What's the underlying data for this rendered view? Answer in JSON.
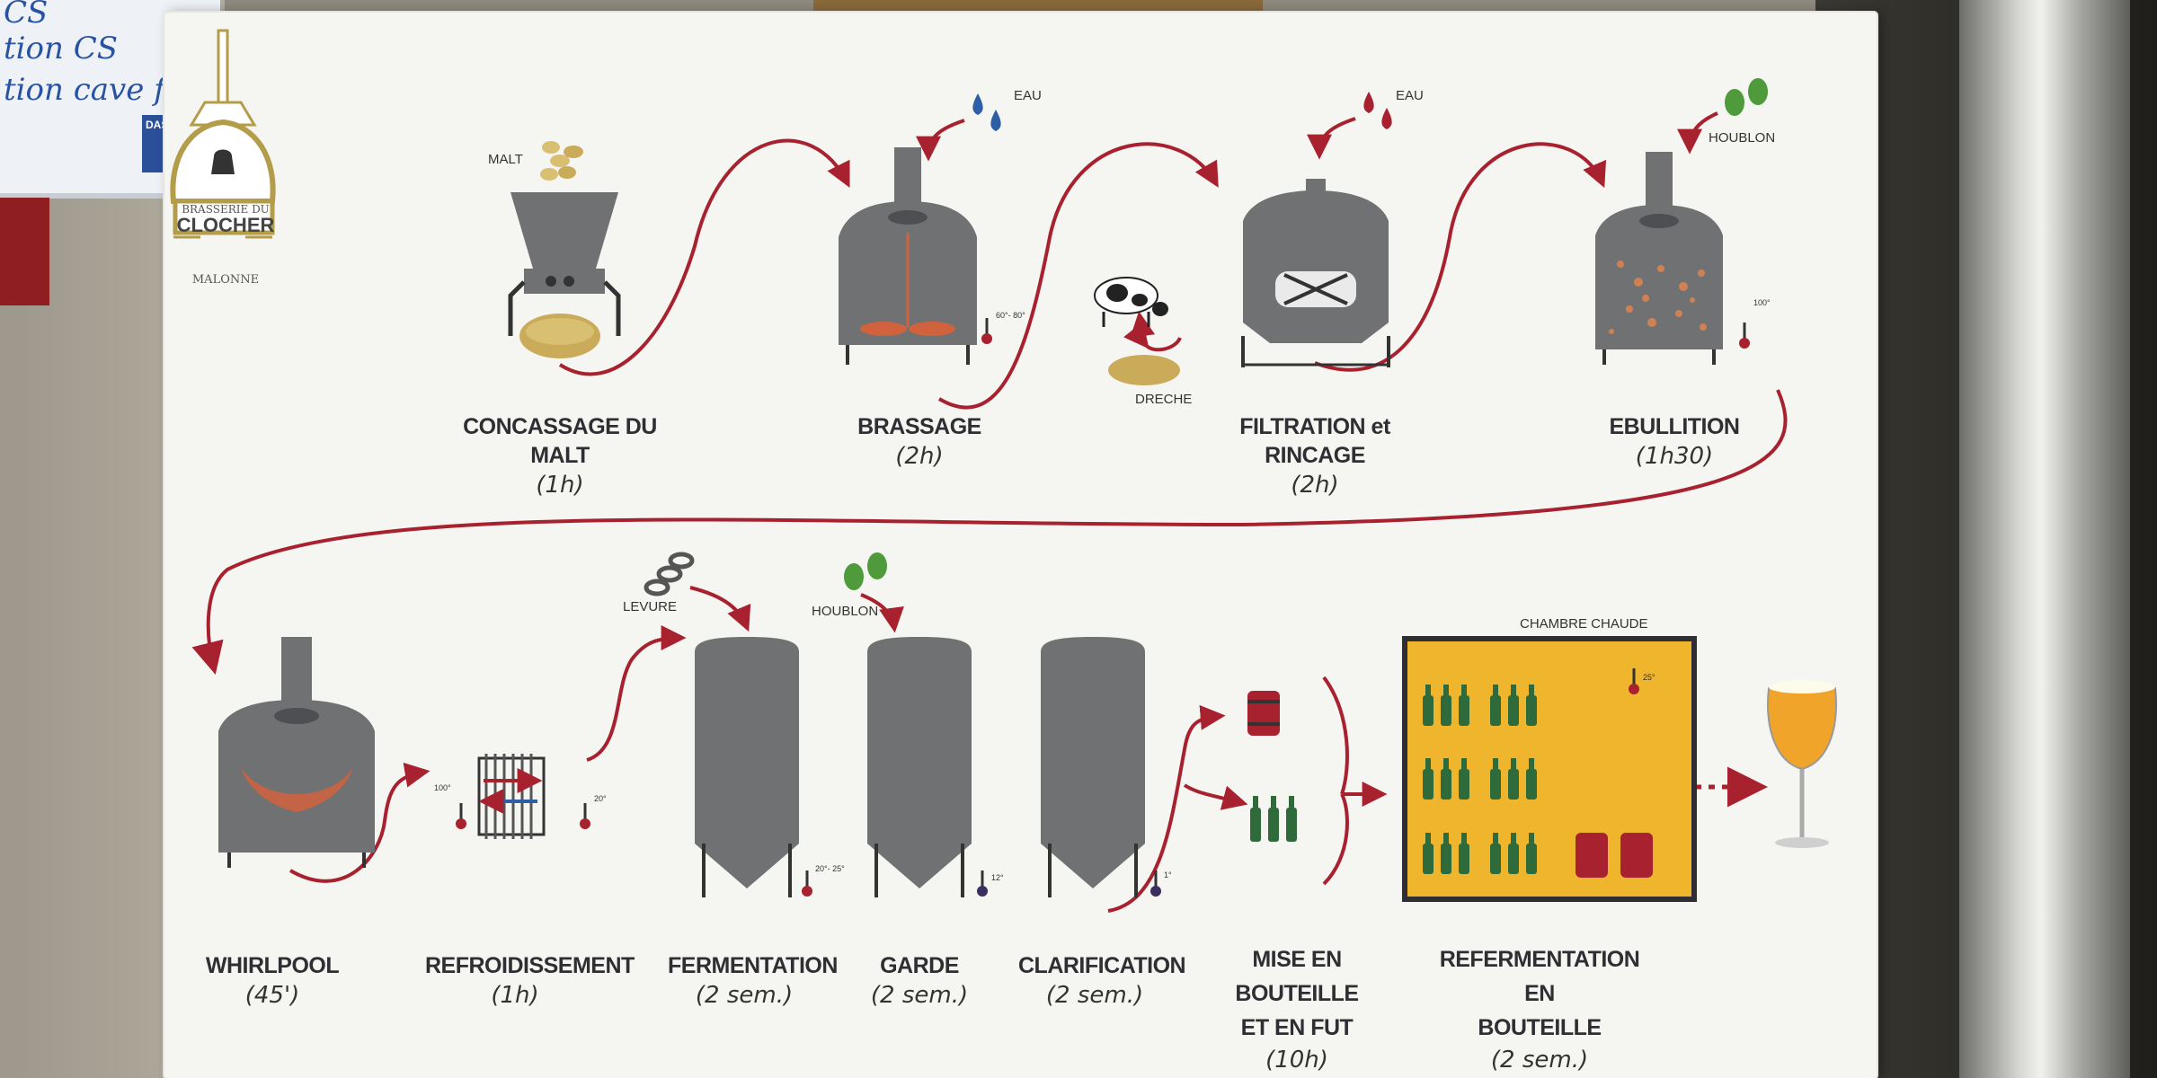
{
  "brand": {
    "line1": "BRASSERIE DU",
    "line2": "CLOCHER",
    "line3": "MALONNE"
  },
  "inputs": {
    "malt": "MALT",
    "eau_1": "EAU",
    "eau_2": "EAU",
    "houblon_1": "HOUBLON",
    "houblon_2": "HOUBLON",
    "levure": "LEVURE",
    "dreche": "DRECHE",
    "chambre": "CHAMBRE CHAUDE"
  },
  "temperatures": {
    "brassage": "60°- 80°",
    "ebullition": "100°",
    "refroid_in": "100°",
    "refroid_out": "20°",
    "fermentation": "20°- 25°",
    "garde": "12°",
    "clarification": "1°",
    "chambre": "25°"
  },
  "steps": [
    {
      "name": "CONCASSAGE DU MALT",
      "duration": "(1h)"
    },
    {
      "name": "BRASSAGE",
      "duration": "(2h)"
    },
    {
      "name": "FILTRATION et RINCAGE",
      "duration": "(2h)"
    },
    {
      "name": "EBULLITION",
      "duration": "(1h30)"
    },
    {
      "name": "WHIRLPOOL",
      "duration": "(45')"
    },
    {
      "name": "REFROIDISSEMENT",
      "duration": "(1h)"
    },
    {
      "name": "FERMENTATION",
      "duration": "(2 sem.)"
    },
    {
      "name": "GARDE",
      "duration": "(2 sem.)"
    },
    {
      "name": "CLARIFICATION",
      "duration": "(2 sem.)"
    },
    {
      "name_1": "MISE EN BOUTEILLE",
      "name_2": "ET EN FUT",
      "duration": "(10h)"
    },
    {
      "name_1": "REFERMENTATION EN",
      "name_2": "BOUTEILLE",
      "duration": "(2 sem.)"
    }
  ],
  "background": {
    "whiteboard_1": "CS",
    "whiteboard_2": "tion CS",
    "whiteboard_3": "tion cave fûts",
    "card": "DASSY"
  },
  "colors": {
    "arrow": "#a8212f",
    "vessel": "#6f7072",
    "panel": "#efb52c",
    "canvas": "#f5f5f2"
  }
}
